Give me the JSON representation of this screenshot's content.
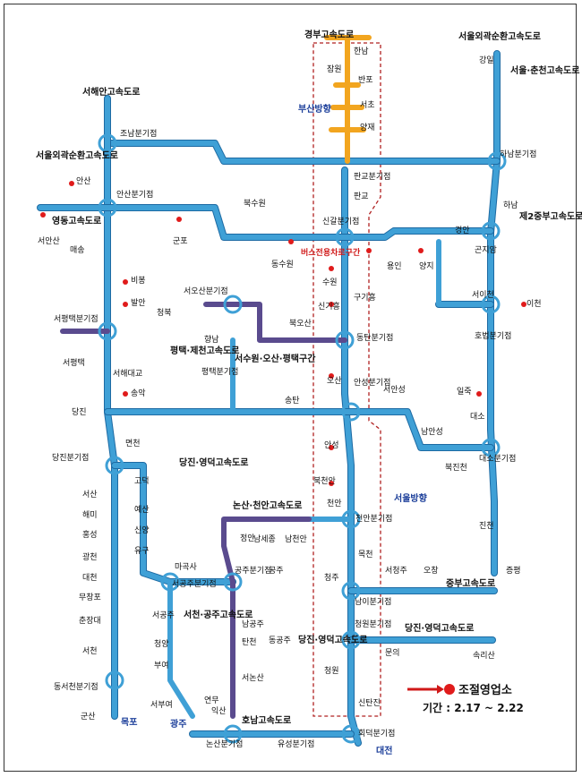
{
  "highways": {
    "gyeongbu": "경부고속도로",
    "seoul_outer_ne": "서울외곽순환고속도로",
    "seoul_chuncheon": "서울·춘천고속도로",
    "seohaean": "서해안고속도로",
    "seoul_outer_w": "서울외곽순환고속도로",
    "yeongdong": "영동고속도로",
    "jungbu2": "제2중부고속도로",
    "jungbu": "중부고속도로",
    "pyeongtaek_jecheon": "평택·제천고속도로",
    "dangjin_yeongdeok_w": "당진·영덕고속도로",
    "nonsan_cheonan": "논산·천안고속도로",
    "seocheon_gongju": "서천·공주고속도로",
    "dangjin_yeongdeok_c": "당진·영덕고속도로",
    "dangjin_yeongdeok_e": "당진·영덕고속도로",
    "honam": "호남고속도로",
    "bus_lane": "버스전용차로구간",
    "seowon_osan": "서수원·오산·평택구간"
  },
  "directions": {
    "busan": "부산방향",
    "seoul": "서울방향",
    "mokpo": "목포",
    "gwangju": "광주",
    "daejeon": "대전"
  },
  "places": {
    "hannam": "한남",
    "jamwon": "잠원",
    "banpo": "반포",
    "seocho": "서초",
    "yangjae": "양재",
    "pangyo_jct": "판교분기점",
    "pangyo": "판교",
    "singal_jct": "신갈분기점",
    "suwon": "수원",
    "giheung": "구기흥",
    "singiheung": "신기흥",
    "dongtan_jct": "동탄분기점",
    "osan": "오산",
    "anseong_jct": "안성분기점",
    "anseong": "안성",
    "bukcheonan": "북천안",
    "cheonan": "천안",
    "cheonan_jct": "천안분기점",
    "mokcheon": "목천",
    "cheongju": "청주",
    "nami_jct": "남이분기점",
    "cheongwon_jct": "청원분기점",
    "cheongwon": "청원",
    "sintanjin": "신탄진",
    "hoedeok_jct": "회덕분기점",
    "gyeongan": "경안",
    "gonjiam": "곤지암",
    "yongin": "용인",
    "yangji": "양지",
    "icheon": "이천",
    "seoicheon": "서이천",
    "hobeop_jct": "호법분기점",
    "ilju": "일죽",
    "daeso": "대소",
    "daeso_jct": "대소분기점",
    "jincheon": "진천",
    "jeungpyeong": "증평",
    "namanseong": "남안성",
    "seoanseong": "서안성",
    "bukjincheon": "북진천",
    "ochang": "오창",
    "seocheongju": "서청주",
    "munui": "문의",
    "sokrisan": "속리산",
    "hanam": "하남",
    "hanam_jct": "하남분기점",
    "gangil": "강일",
    "joam_jct": "조남분기점",
    "ansan": "안산",
    "ansan_jct": "안산분기점",
    "bugsuwon": "북수원",
    "gunpo": "군포",
    "dongsuwon": "동수원",
    "seoansan": "서안산",
    "maesong": "매송",
    "bibong": "비봉",
    "balan": "발안",
    "seoosan_jct": "서오산분기점",
    "cheongbuk": "청북",
    "hyangnam": "향남",
    "pyeongtaek_jct": "평택분기점",
    "bukosan": "북오산",
    "songtan": "송탄",
    "seopyeongtaek_jct": "서평택분기점",
    "seopyeongtaek": "서평택",
    "seohaedaegyo": "서해대교",
    "songak": "송악",
    "dangjin": "당진",
    "dangjin_jct": "당진분기점",
    "myeoncheon": "면천",
    "seosan": "서산",
    "haemi": "해미",
    "hongseong": "홍성",
    "godeok": "고덕",
    "yesan": "예산",
    "sinyang": "신양",
    "yugu": "유구",
    "masa": "마곡사",
    "gwangcheon": "광천",
    "daecheon": "대천",
    "muchangpo": "무창포",
    "chunjangdae": "춘장대",
    "seocheon": "서천",
    "dongseocheon_jct": "동서천분기점",
    "gunsan": "군산",
    "seogongju_jct": "서공주분기점",
    "seogongju": "서공주",
    "cheongyang": "청양",
    "buyeo": "부여",
    "seobuyeo": "서부여",
    "jeongan": "정안",
    "namsejong": "남세종",
    "namcheonan": "남천안",
    "gongju_jct": "공주분기점",
    "gongju": "공주",
    "namgongju": "남공주",
    "tancheon": "탄천",
    "dong_gongju": "동공주",
    "seonsan": "서논산",
    "yeonmu": "연무",
    "iksan": "익산",
    "nonsan_jct": "논산분기점",
    "yuseong_jct": "유성분기점"
  },
  "legend": {
    "title": "조절영업소",
    "period": "기간 : 2.17 ~ 2.22"
  },
  "colors": {
    "road": "#3fa0d6",
    "purple": "#5a4b8e",
    "orange": "#f2a51f",
    "tollgate": "#e01b1b"
  }
}
